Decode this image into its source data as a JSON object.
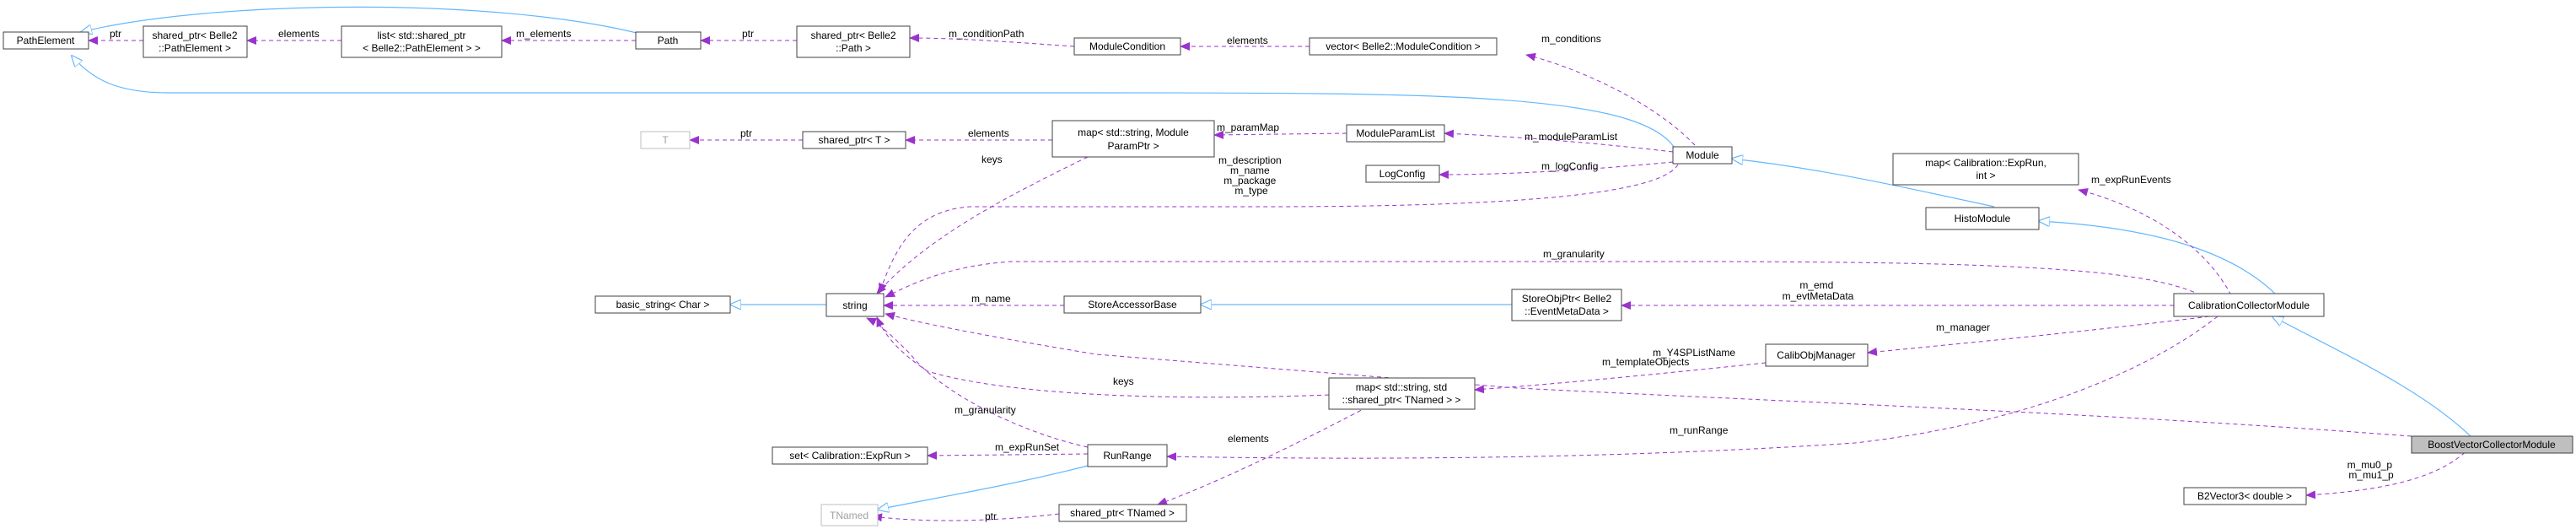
{
  "colors": {
    "usage_edge": "#9a32cd",
    "inheritance_edge": "#63b8ff",
    "focus_node_fill": "#bfbfbf",
    "node_border": "#404040"
  },
  "nodes": {
    "PathElement": "PathElement",
    "shared_ptr_PathElement": [
      "shared_ptr< Belle2",
      "::PathElement >"
    ],
    "list_PathElement": [
      "list< std::shared_ptr",
      "< Belle2::PathElement > >"
    ],
    "Path": "Path",
    "shared_ptr_Path": [
      "shared_ptr< Belle2",
      "::Path >"
    ],
    "ModuleCondition": "ModuleCondition",
    "vector_ModuleCondition": "vector< Belle2::ModuleCondition >",
    "T": "T",
    "shared_ptr_T": "shared_ptr< T >",
    "map_ModuleParamPtr": [
      "map< std::string, Module",
      "ParamPtr >"
    ],
    "ModuleParamList": "ModuleParamList",
    "LogConfig": "LogConfig",
    "Module": "Module",
    "map_ExpRun": [
      "map< Calibration::ExpRun,",
      "int >"
    ],
    "HistoModule": "HistoModule",
    "basic_string": "basic_string< Char >",
    "string": "string",
    "StoreAccessorBase": "StoreAccessorBase",
    "StoreObjPtr_EventMetaData": [
      "StoreObjPtr< Belle2",
      "::EventMetaData >"
    ],
    "CalibrationCollectorModule": "CalibrationCollectorModule",
    "CalibObjManager": "CalibObjManager",
    "map_TNamed": [
      "map< std::string, std",
      "::shared_ptr< TNamed > >"
    ],
    "set_ExpRun": "set< Calibration::ExpRun >",
    "RunRange": "RunRange",
    "BoostVectorCollectorModule": "BoostVectorCollectorModule",
    "B2Vector3": "B2Vector3< double >",
    "TNamed": "TNamed",
    "shared_ptr_TNamed": "shared_ptr< TNamed >"
  },
  "edge_labels": {
    "ptr_pathelement": "ptr",
    "elements_list": "elements",
    "m_elements": "m_elements",
    "ptr_path": "ptr",
    "m_conditionPath": "m_conditionPath",
    "elements_vector": "elements",
    "m_conditions": "m_conditions",
    "ptr_t": "ptr",
    "elements_map": "elements",
    "m_paramMap": "m_paramMap",
    "m_moduleParamList": "m_moduleParamList",
    "m_logConfig": "m_logConfig",
    "keys_map": "keys",
    "module_strings": [
      "m_description",
      "m_name",
      "m_package",
      "m_type"
    ],
    "m_expRunEvents": "m_expRunEvents",
    "m_granularity_top": "m_granularity",
    "m_name": "m_name",
    "m_emd": [
      "m_emd",
      "m_evtMetaData"
    ],
    "m_manager": "m_manager",
    "m_templateObjects": "m_templateObjects",
    "m_Y4SPListName": "m_Y4SPListName",
    "keys_tnamed": "keys",
    "m_granularity_run": "m_granularity",
    "elements_tnamed": "elements",
    "m_runRange": "m_runRange",
    "m_expRunSet": "m_expRunSet",
    "m_mu": [
      "m_mu0_p",
      "m_mu1_p"
    ],
    "ptr_tnamed": "ptr"
  }
}
